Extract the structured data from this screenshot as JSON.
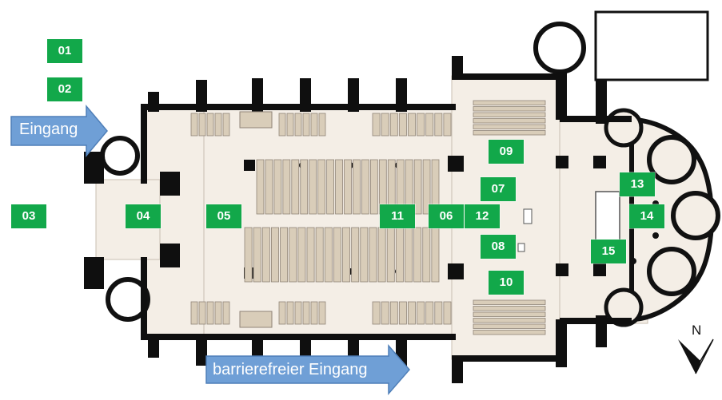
{
  "map": {
    "markers": [
      {
        "id": "01",
        "label": "01"
      },
      {
        "id": "02",
        "label": "02"
      },
      {
        "id": "03",
        "label": "03"
      },
      {
        "id": "04",
        "label": "04"
      },
      {
        "id": "05",
        "label": "05"
      },
      {
        "id": "06",
        "label": "06"
      },
      {
        "id": "07",
        "label": "07"
      },
      {
        "id": "08",
        "label": "08"
      },
      {
        "id": "09",
        "label": "09"
      },
      {
        "id": "10",
        "label": "10"
      },
      {
        "id": "11",
        "label": "11"
      },
      {
        "id": "12",
        "label": "12"
      },
      {
        "id": "13",
        "label": "13"
      },
      {
        "id": "14",
        "label": "14"
      },
      {
        "id": "15",
        "label": "15"
      }
    ],
    "entrance_label": "Eingang",
    "accessible_entrance_label": "barrierefreier Eingang",
    "north_label": "N",
    "colors": {
      "marker": "#12a84a",
      "marker_text": "#ffffff",
      "arrow": "#6f9fd6",
      "arrow_border": "#4f7fb8",
      "wall": "#0f0f0f",
      "floor": "#f4eee6",
      "pew": "#d9cdb9",
      "pew_line": "#8f8478"
    }
  }
}
